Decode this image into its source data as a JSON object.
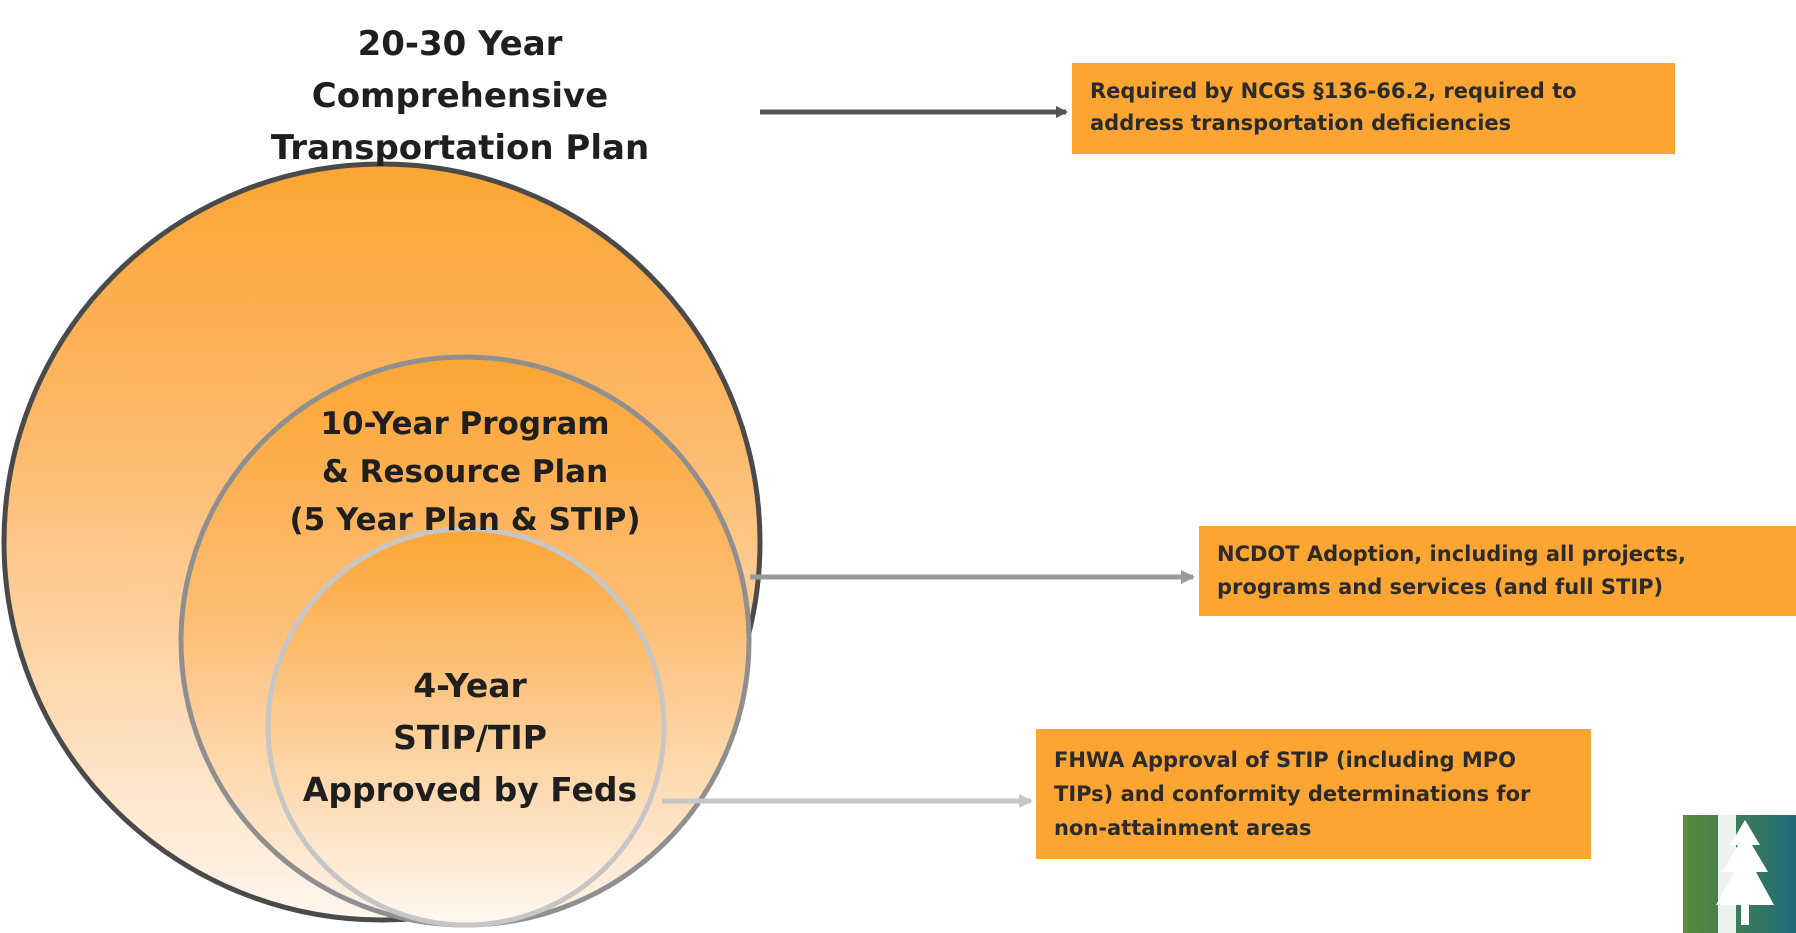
{
  "diagram": {
    "circles": {
      "outer": {
        "label": "20-30 Year\nComprehensive\nTransportation Plan"
      },
      "middle": {
        "label": "10-Year Program\n& Resource Plan\n(5 Year Plan & STIP)"
      },
      "inner": {
        "label": "4-Year\nSTIP/TIP\nApproved by Feds"
      }
    },
    "notes": [
      {
        "text": "Required by NCGS §136-66.2, required to\naddress transportation deficiencies"
      },
      {
        "text": "NCDOT Adoption, including all projects,\nprograms and services (and full STIP)"
      },
      {
        "text": "FHWA Approval of STIP (including MPO\nTIPs) and conformity determinations for\nnon-attainment areas"
      }
    ],
    "colors": {
      "fill_orange": "#FCA533",
      "fill_light": "#FFF6EE",
      "outer_border": "#4a4a4a",
      "middle_border": "#8f8f8f",
      "inner_border": "#c6c6c6",
      "arrow_dark": "#555555",
      "arrow_mid": "#999999",
      "arrow_light": "#c6c6c6",
      "logo_green": "#5b8a3a",
      "logo_teal": "#1f6b7a"
    },
    "logo": {
      "icon": "tree-logo-icon"
    }
  }
}
